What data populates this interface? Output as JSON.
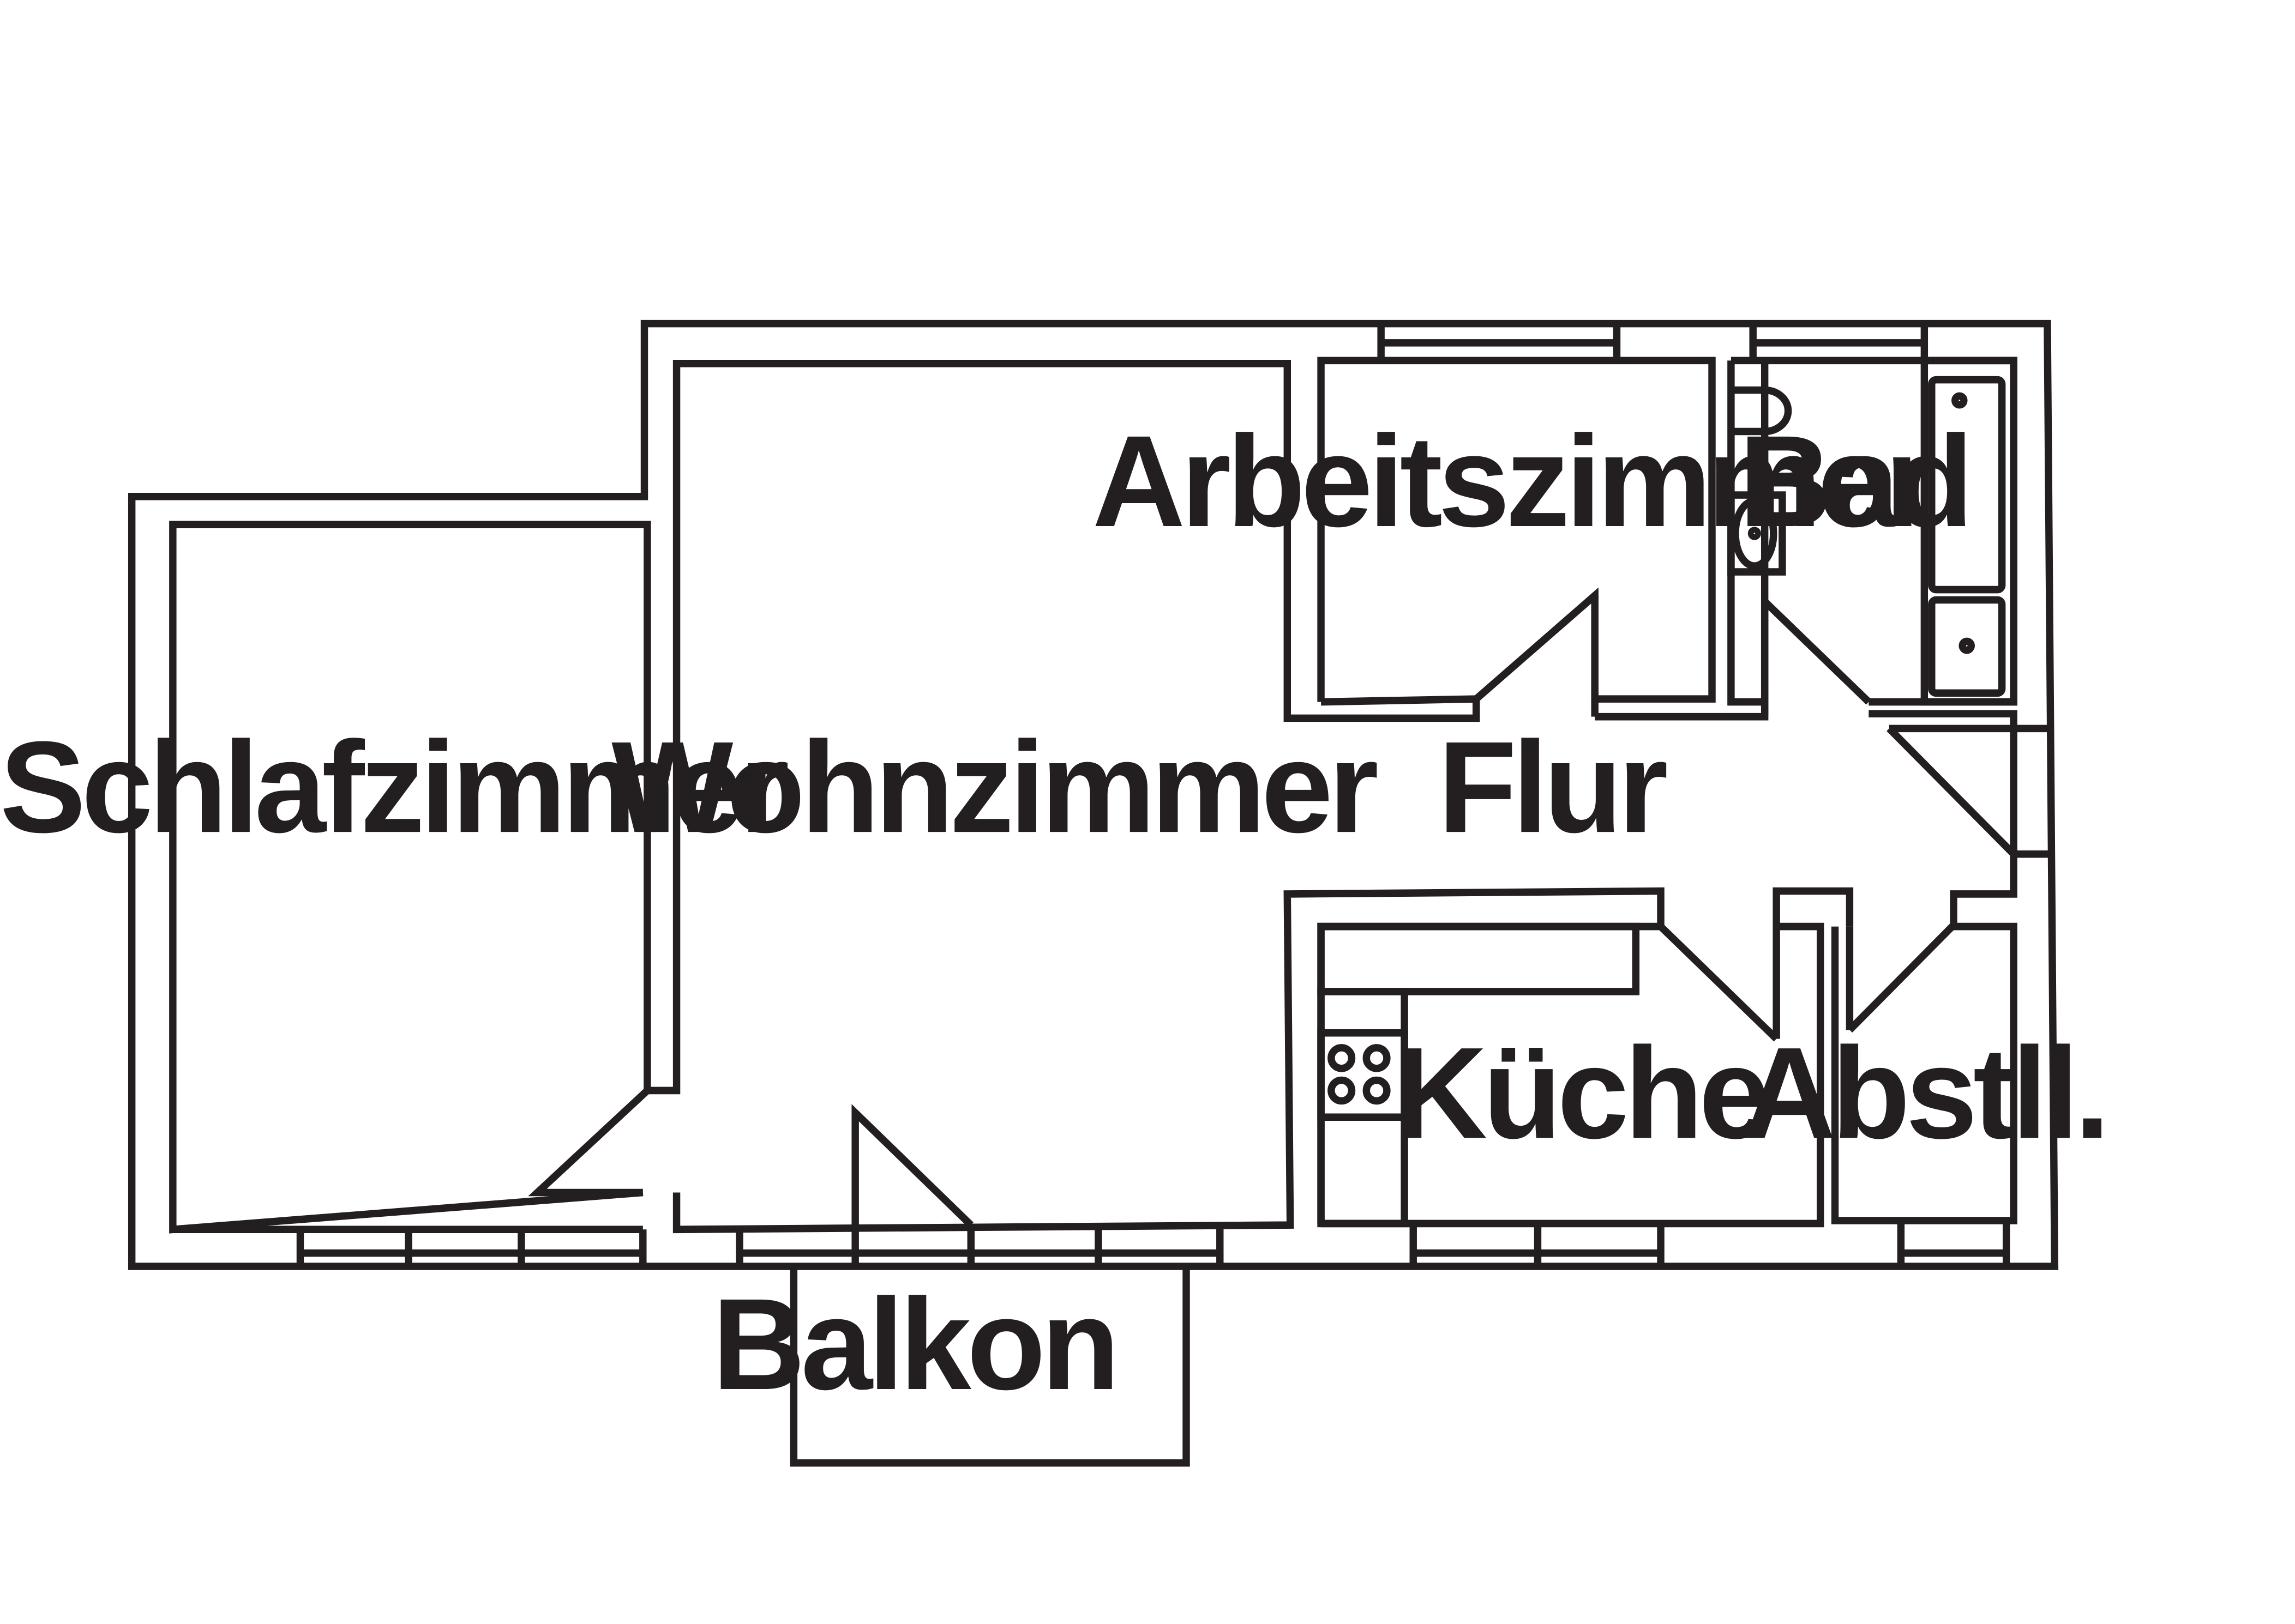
{
  "plan": {
    "line_color": "#231f20",
    "background": "#ffffff",
    "rooms": {
      "schlafzimmer": "Schlafzimmer",
      "wohnzimmer": "Wohnzimmer",
      "arbeitszimmer": "Arbeitszimmer",
      "bad": "Bad",
      "flur": "Flur",
      "kueche": "Küche",
      "abstellraum": "Abstll.",
      "balkon": "Balkon"
    }
  }
}
